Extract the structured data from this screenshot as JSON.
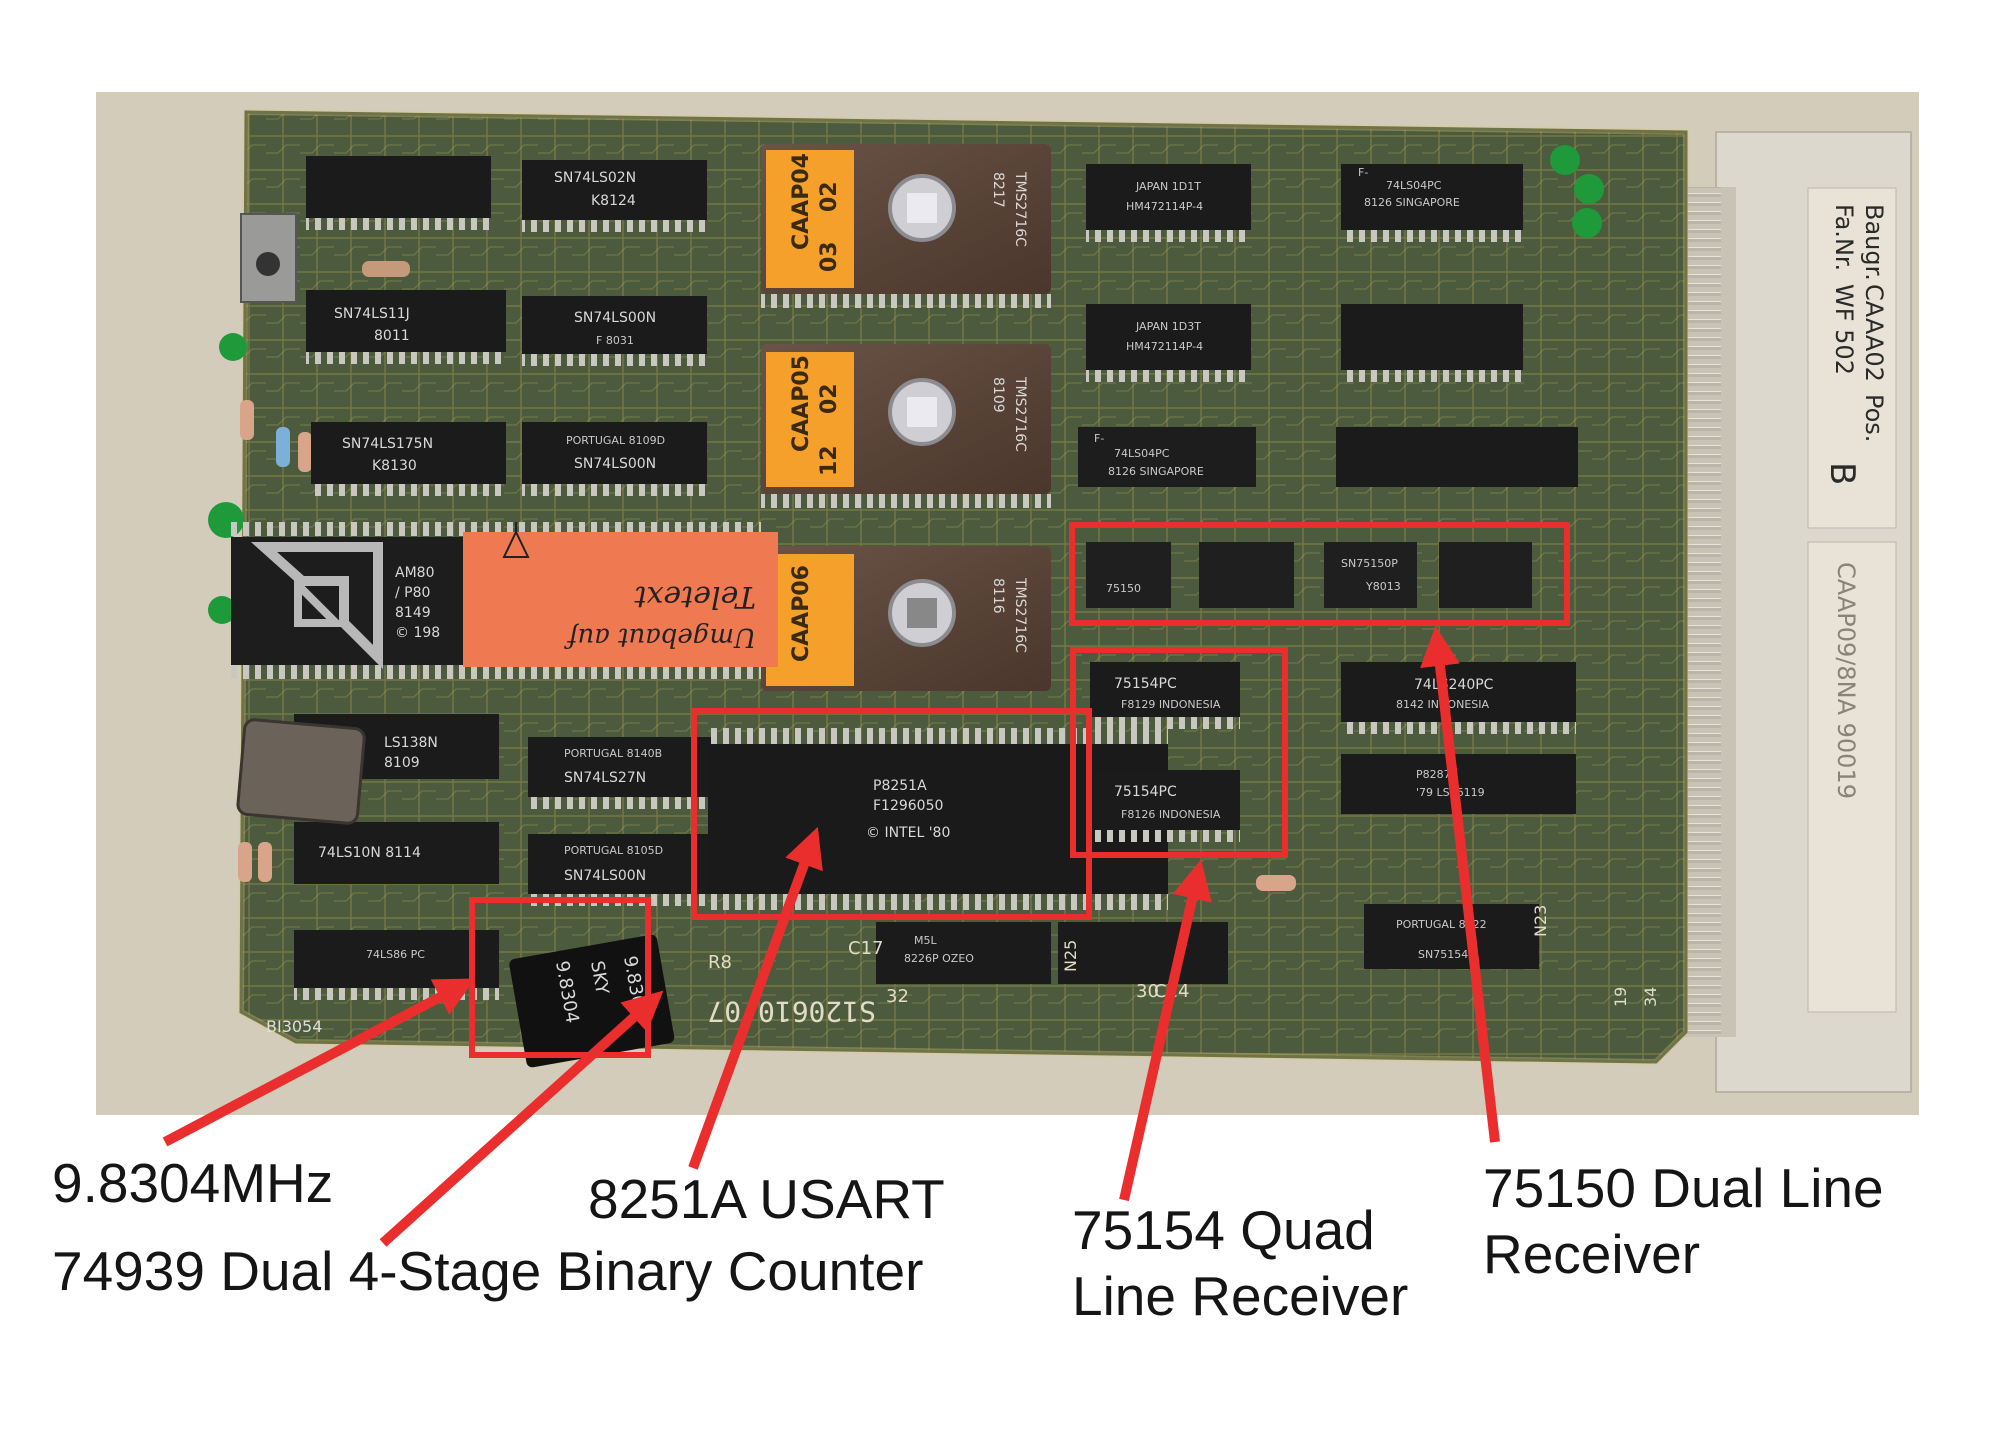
{
  "colors": {
    "background": "#d8cfc0",
    "board": "#4a5a3c",
    "chip": "#1b1b1b",
    "annotation": "#ea2e2e",
    "label_orange": "#f5a02b",
    "label_salmon": "#ef7a52",
    "connector": "#ddd8cd",
    "cap_green": "#1f9a3a"
  },
  "annotations": [
    {
      "id": "crystal",
      "label": "9.8304MHz"
    },
    {
      "id": "counter",
      "label": "74939 Dual 4-Stage Binary Counter"
    },
    {
      "id": "usart",
      "label": "8251A USART"
    },
    {
      "id": "quad",
      "label": "75154 Quad Line Receiver"
    },
    {
      "id": "dual",
      "label": "75150 Dual Line Receiver"
    }
  ],
  "board": {
    "chips": {
      "sn74ls02n": "SN74LS02N",
      "k8124": "K8124",
      "sn74ls11j": "SN74LS11J",
      "n8011": "8011",
      "sn74ls00n_a": "SN74LS00N",
      "f8031": "F 8031",
      "sn74ls175n": "SN74LS175N",
      "k8130": "K8130",
      "portugal_8109d": "PORTUGAL 8109D",
      "sn74ls00n_b": "SN74LS00N",
      "am80": "AM80",
      "am_p80": "/ P80",
      "am_8149": "8149",
      "am_c198": "© 198",
      "ls138n": "LS138N",
      "n8109": "8109",
      "portugal_8140b": "PORTUGAL 8140B",
      "sn74ls27n": "SN74LS27N",
      "ls10n": "74LS10N 8114",
      "portugal_8105d": "PORTUGAL 8105D",
      "sn74ls00n_c": "SN74LS00N",
      "ls86": "74LS86 PC",
      "p8251a": "P8251A",
      "f1296050": "F1296050",
      "intel80": "© INTEL '80",
      "tms2716_a": "TMS2716C",
      "tms2716_a_code": "8217",
      "tms2716_b": "TMS2716C",
      "tms2716_b_code": "8109",
      "tms2716_c": "TMS2716C",
      "tms2716_c_code": "8116",
      "japan_1": "JAPAN 1D1T",
      "hm_1": "HM472114P-4",
      "japan_2": "JAPAN 1D3T",
      "hm_2": "HM472114P-4",
      "ls04_a": "74LS04PC",
      "ls04_a_sub": "8126 SINGAPORE",
      "ls04_b": "74LS04PC",
      "ls04_b_sub": "8126 SINGAPORE",
      "f_prefix": "F-",
      "rcv_75150_a": "75150",
      "sn75150p": "SN75150P",
      "y8013": "Y8013",
      "rcv_75154_a": "75154PC",
      "f8129": "F8129 INDONESIA",
      "rcv_75154_b": "75154PC",
      "f8126": "F8126 INDONESIA",
      "ls240": "74LS240PC",
      "n8142": "8142 INDONESIA",
      "p8287": "P8287",
      "n79": "'79 LS06119",
      "m5l": "M5L",
      "m8226p": "8226P OZEO",
      "portugal_8122": "PORTUGAL 8122",
      "sn75154n": "SN75154N",
      "crystal_a": "9.8304",
      "crystal_b": "SKY",
      "crystal_c": "9.8304"
    },
    "eprom_labels": {
      "caap04": "CAAP04",
      "caap04_n1": "02",
      "caap04_n2": "03",
      "caap05": "CAAP05",
      "caap05_n1": "02",
      "caap05_n2": "12",
      "caap06": "CAAP06"
    },
    "sticker": {
      "line1": "Teletext",
      "line2": "Umgebaut auf"
    },
    "silkscreen": {
      "board_id": "S120610/07",
      "part_no": "BI3054",
      "n23": "N23",
      "n25": "N25",
      "c14": "C14",
      "c17": "C17",
      "r8": "R8",
      "n30": "30",
      "n32": "32",
      "n19": "19",
      "n34": "34"
    },
    "connector": {
      "baugr_label": "Baugr.",
      "baugr_value": "CAAA02",
      "pos_label": "Pos.",
      "fanr_label": "Fa.Nr.",
      "fanr_value": "WF 502",
      "pos_value": "B",
      "tag": "CAAP09/8NA 90019"
    }
  }
}
